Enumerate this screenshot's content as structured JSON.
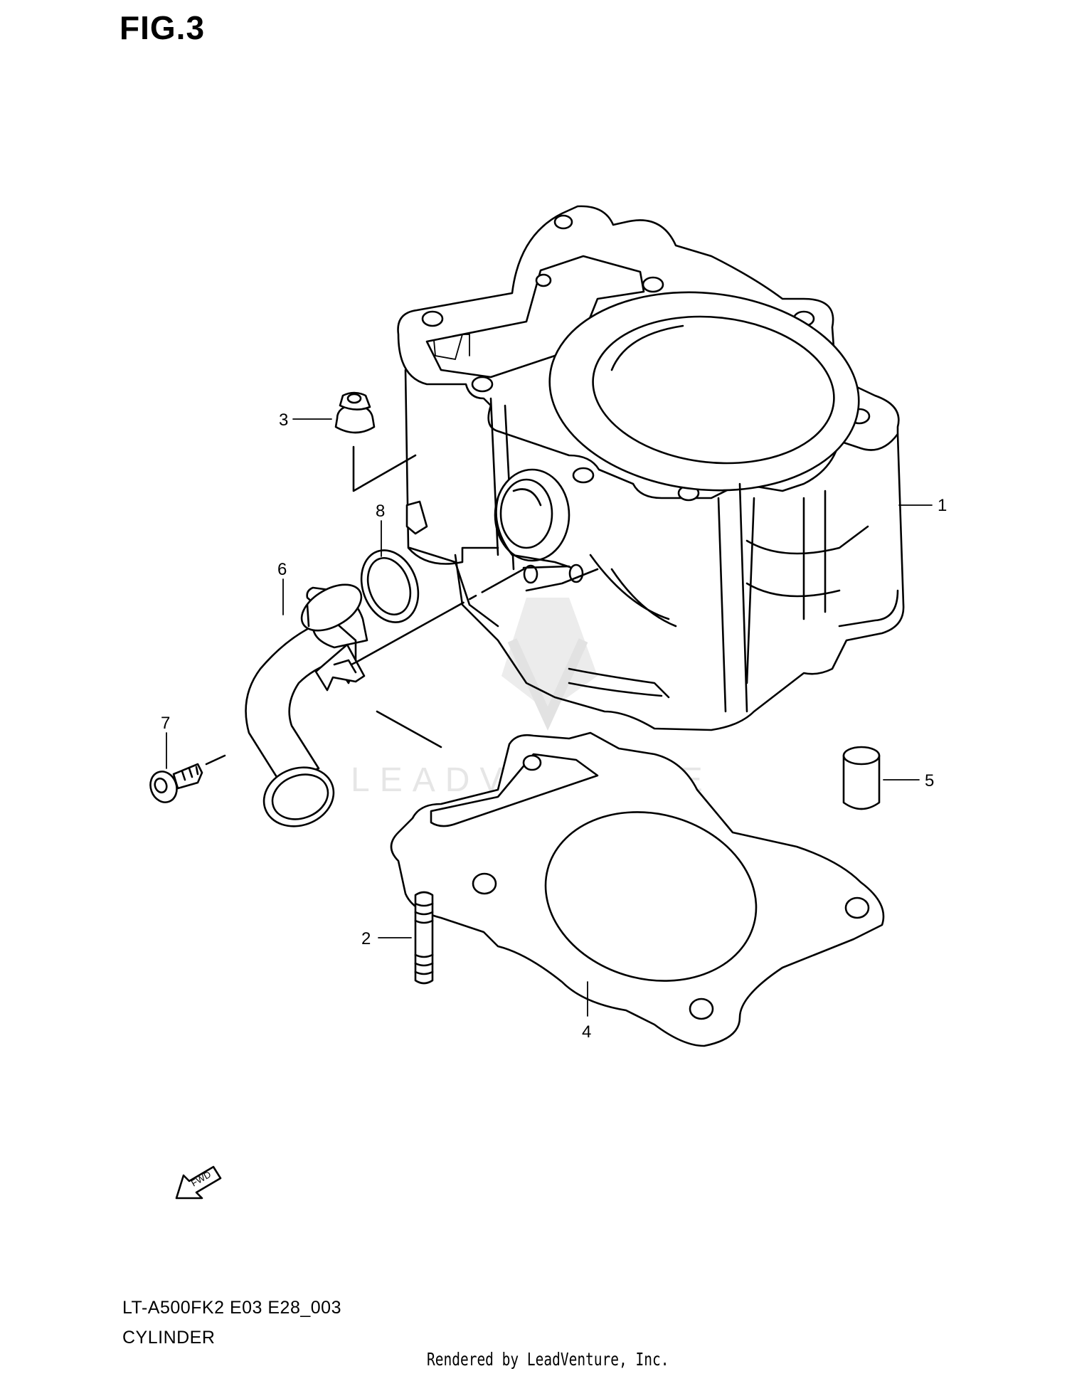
{
  "figure": {
    "title": "FIG.3",
    "model_code": "LT-A500FK2 E03 E28_003",
    "section_name": "CYLINDER",
    "footer": "Rendered by LeadVenture, Inc.",
    "watermark": "LEADVENTURE",
    "fwd_label": "FWD"
  },
  "callouts": [
    {
      "number": "1",
      "part": "cylinder"
    },
    {
      "number": "2",
      "part": "stud"
    },
    {
      "number": "3",
      "part": "nut"
    },
    {
      "number": "4",
      "part": "cylinder-base-gasket"
    },
    {
      "number": "5",
      "part": "dowel-pin"
    },
    {
      "number": "6",
      "part": "water-inlet-pipe"
    },
    {
      "number": "7",
      "part": "bolt"
    },
    {
      "number": "8",
      "part": "o-ring"
    }
  ],
  "colors": {
    "line": "#000000",
    "background": "#ffffff",
    "watermark": "#e6e6e6"
  }
}
